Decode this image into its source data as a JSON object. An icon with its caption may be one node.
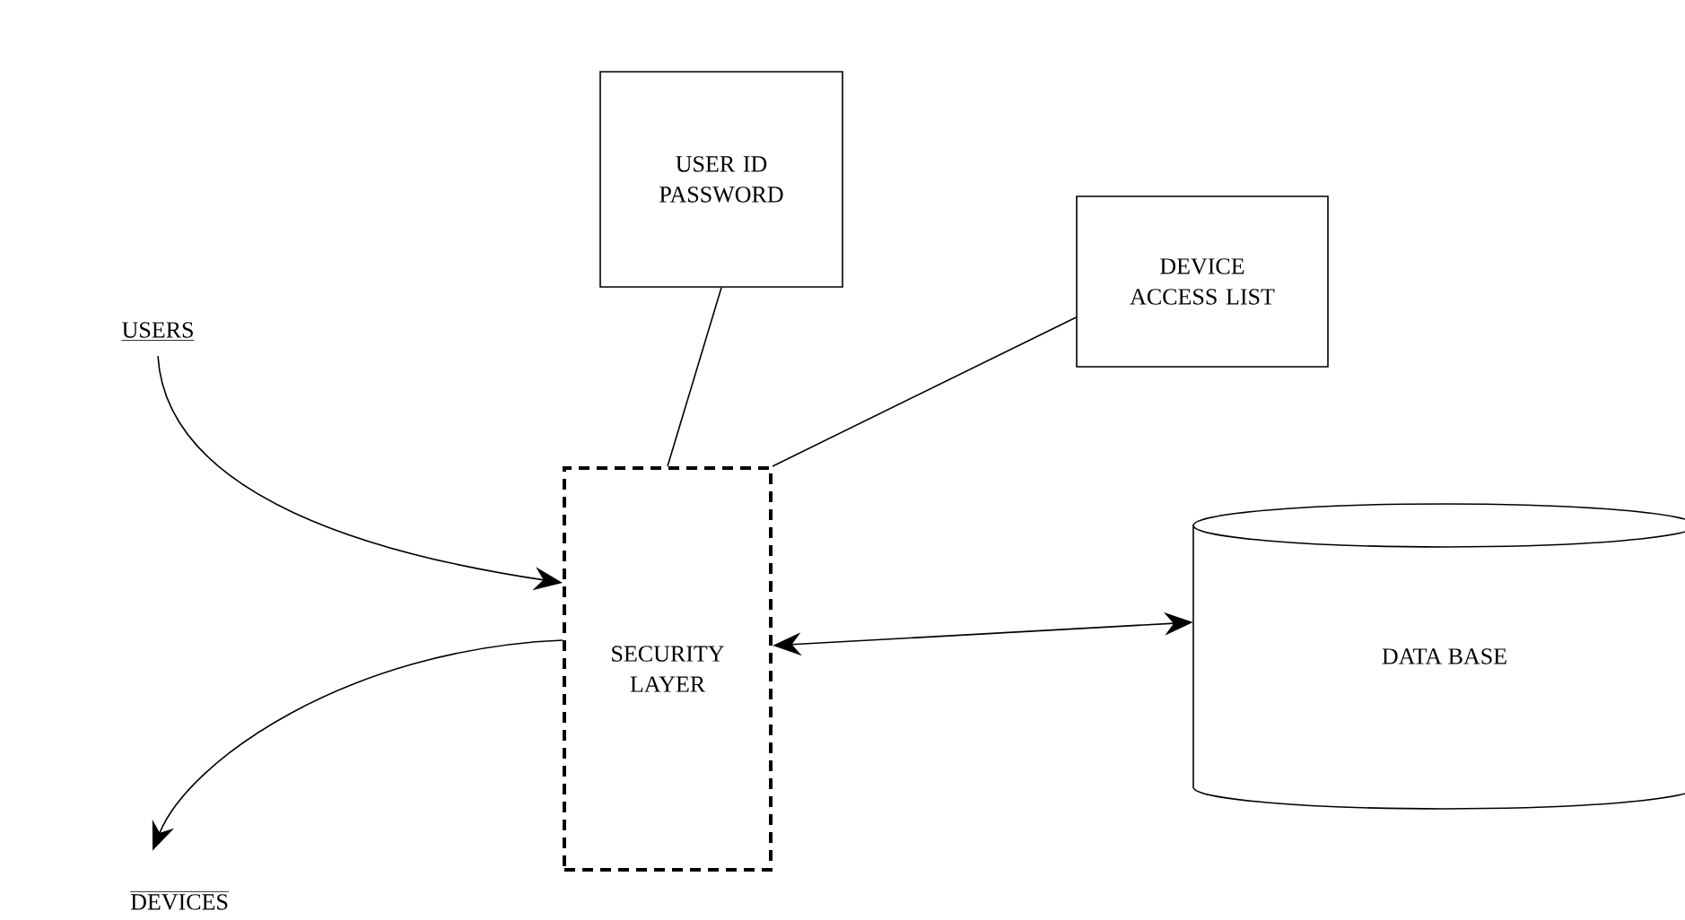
{
  "diagram": {
    "nodes": [
      {
        "text": [
          "USER ID PASSWORD"
        ]
      },
      {
        "text": [
          "DEVICE ACCESS LIST"
        ]
      },
      {
        "text": [
          "USERS"
        ]
      },
      {
        "text": [
          "SECURITY LAYER"
        ]
      },
      {
        "text": [
          "DATA BASE"
        ]
      },
      {
        "text": [
          "DEVICES"
        ]
      }
    ],
    "edges": [
      {
        "from": 0,
        "to": 3,
        "arrow": "none"
      },
      {
        "from": 1,
        "to": 3,
        "arrow": "none"
      },
      {
        "from": 2,
        "to": 3,
        "arrow": "to"
      },
      {
        "from": 3,
        "to": 5,
        "arrow": "to"
      },
      {
        "from": 3,
        "to": 4,
        "arrow": "both"
      }
    ]
  }
}
